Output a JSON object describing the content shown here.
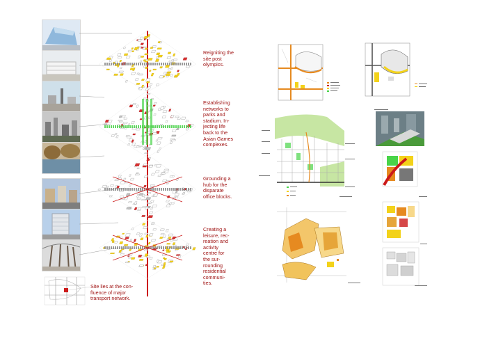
{
  "captions": {
    "layer1": "Reigniting the\nsite post\nolympics.",
    "layer2": "Establishing\nnetworks to\nparks and\nstadium. In-\njecting life\nback to the\nAsian Games\ncomplexes.",
    "layer3": "Grounding a\nhub for the\ndisparate\noffice blocks.",
    "layer4": "Creating a\nleisure, rec-\nreation and\nactivity\ncentre for\nthe sur-\nrounding\nresidential\ncommuni-\nties.",
    "site": "Site lies at the con-\nfluence of major\ntransport network."
  },
  "photos": [
    {
      "name": "water-cube-stadium-photo"
    },
    {
      "name": "stadium-facade-photo"
    },
    {
      "name": "plaza-photo"
    },
    {
      "name": "city-skyline-photo"
    },
    {
      "name": "park-lake-photo"
    },
    {
      "name": "street-buildings-photo"
    },
    {
      "name": "office-tower-photo"
    },
    {
      "name": "tree-lined-walk-photo"
    }
  ],
  "colors": {
    "caption_red": "#a01414",
    "axis_red": "#cc1a1a",
    "yellow": "#f3d21a",
    "green": "#49d449",
    "orange": "#e68a20",
    "grey": "#8a8a8a"
  }
}
